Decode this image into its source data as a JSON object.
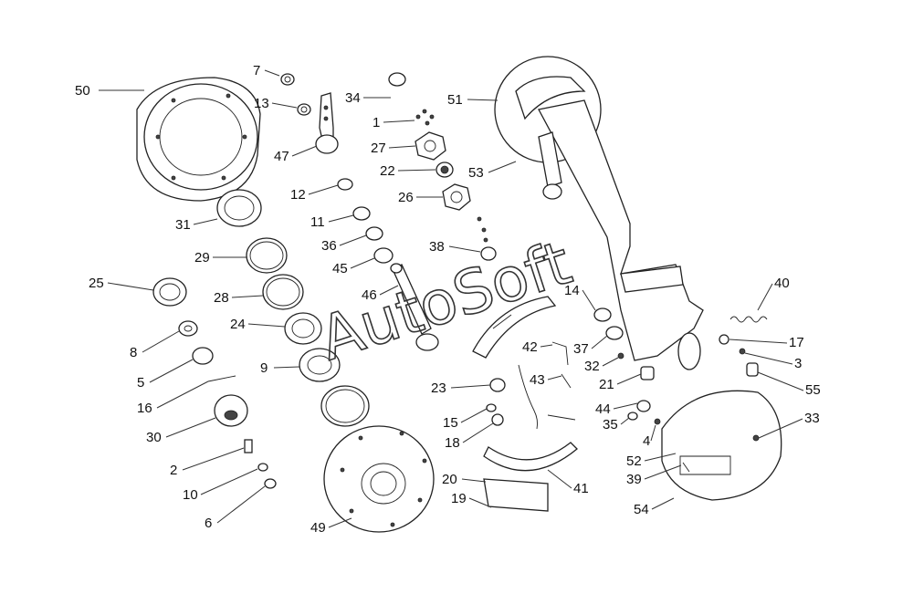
{
  "watermark": "AutoSoft",
  "callouts": [
    {
      "id": "50",
      "label": "50"
    },
    {
      "id": "7",
      "label": "7"
    },
    {
      "id": "13",
      "label": "13"
    },
    {
      "id": "34",
      "label": "34"
    },
    {
      "id": "1",
      "label": "1"
    },
    {
      "id": "27",
      "label": "27"
    },
    {
      "id": "47",
      "label": "47"
    },
    {
      "id": "22",
      "label": "22"
    },
    {
      "id": "51",
      "label": "51"
    },
    {
      "id": "53",
      "label": "53"
    },
    {
      "id": "12",
      "label": "12"
    },
    {
      "id": "26",
      "label": "26"
    },
    {
      "id": "11",
      "label": "11"
    },
    {
      "id": "31",
      "label": "31"
    },
    {
      "id": "36",
      "label": "36"
    },
    {
      "id": "38",
      "label": "38"
    },
    {
      "id": "29",
      "label": "29"
    },
    {
      "id": "45",
      "label": "45"
    },
    {
      "id": "25",
      "label": "25"
    },
    {
      "id": "40",
      "label": "40"
    },
    {
      "id": "28",
      "label": "28"
    },
    {
      "id": "46",
      "label": "46"
    },
    {
      "id": "14",
      "label": "14"
    },
    {
      "id": "24",
      "label": "24"
    },
    {
      "id": "17",
      "label": "17"
    },
    {
      "id": "8",
      "label": "8"
    },
    {
      "id": "42",
      "label": "42"
    },
    {
      "id": "37",
      "label": "37"
    },
    {
      "id": "32",
      "label": "32"
    },
    {
      "id": "3",
      "label": "3"
    },
    {
      "id": "9",
      "label": "9"
    },
    {
      "id": "5",
      "label": "5"
    },
    {
      "id": "43",
      "label": "43"
    },
    {
      "id": "21",
      "label": "21"
    },
    {
      "id": "55",
      "label": "55"
    },
    {
      "id": "23",
      "label": "23"
    },
    {
      "id": "16",
      "label": "16"
    },
    {
      "id": "44",
      "label": "44"
    },
    {
      "id": "33",
      "label": "33"
    },
    {
      "id": "15",
      "label": "15"
    },
    {
      "id": "35",
      "label": "35"
    },
    {
      "id": "30",
      "label": "30"
    },
    {
      "id": "18",
      "label": "18"
    },
    {
      "id": "4",
      "label": "4"
    },
    {
      "id": "2",
      "label": "2"
    },
    {
      "id": "52",
      "label": "52"
    },
    {
      "id": "20",
      "label": "20"
    },
    {
      "id": "39",
      "label": "39"
    },
    {
      "id": "41",
      "label": "41"
    },
    {
      "id": "10",
      "label": "10"
    },
    {
      "id": "19",
      "label": "19"
    },
    {
      "id": "54",
      "label": "54"
    },
    {
      "id": "6",
      "label": "6"
    },
    {
      "id": "49",
      "label": "49"
    }
  ]
}
